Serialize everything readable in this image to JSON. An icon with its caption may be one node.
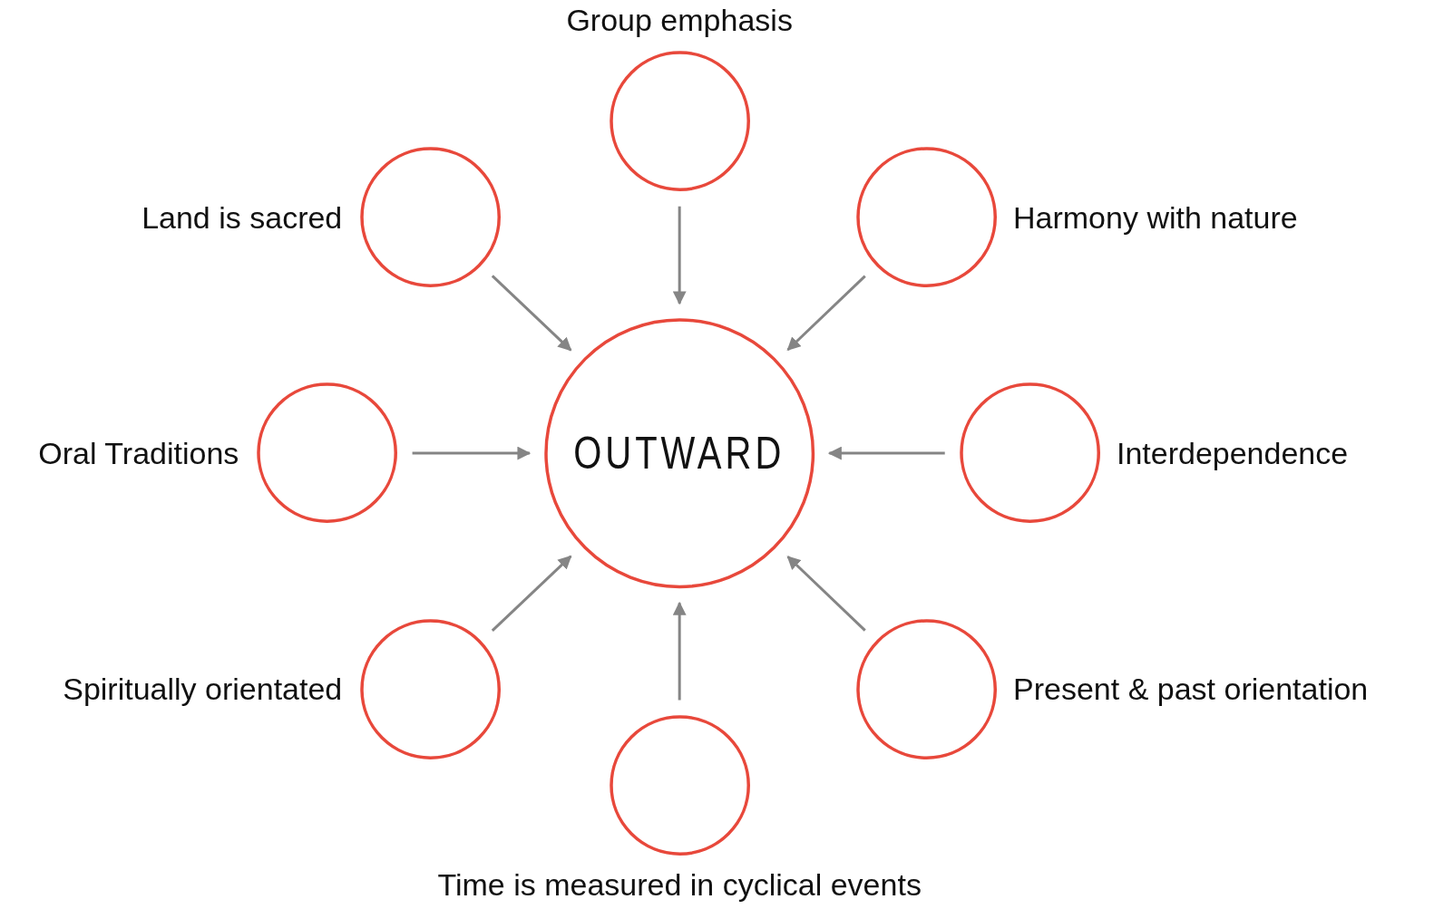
{
  "diagram": {
    "nodes": [
      {
        "text": [
          "OUTWARD"
        ]
      },
      {
        "text": [],
        "shape": "circle",
        "beside": [
          "Group emphasis"
        ]
      },
      {
        "text": [],
        "shape": "circle",
        "beside": [
          "Land is sacred"
        ]
      },
      {
        "text": [],
        "shape": "circle",
        "beside": [
          "Harmony with nature"
        ]
      },
      {
        "text": [],
        "shape": "circle",
        "beside": [
          "Oral Traditions"
        ]
      },
      {
        "text": [],
        "shape": "circle",
        "beside": [
          "Interdependence"
        ]
      },
      {
        "text": [],
        "shape": "circle",
        "beside": [
          "Spiritually orientated"
        ]
      },
      {
        "text": [],
        "shape": "circle",
        "beside": [
          "Present & past orientation"
        ]
      },
      {
        "text": [],
        "shape": "circle",
        "beside": [
          "Time is measured in cyclical events"
        ]
      }
    ],
    "edges": [
      {
        "from": 1,
        "to": 0,
        "arrow": "to"
      },
      {
        "from": 2,
        "to": 0,
        "arrow": "to"
      },
      {
        "from": 3,
        "to": 0,
        "arrow": "to"
      },
      {
        "from": 4,
        "to": 0,
        "arrow": "to"
      },
      {
        "from": 5,
        "to": 0,
        "arrow": "to"
      },
      {
        "from": 6,
        "to": 0,
        "arrow": "to"
      },
      {
        "from": 7,
        "to": 0,
        "arrow": "to"
      },
      {
        "from": 8,
        "to": 0,
        "arrow": "to"
      }
    ]
  }
}
